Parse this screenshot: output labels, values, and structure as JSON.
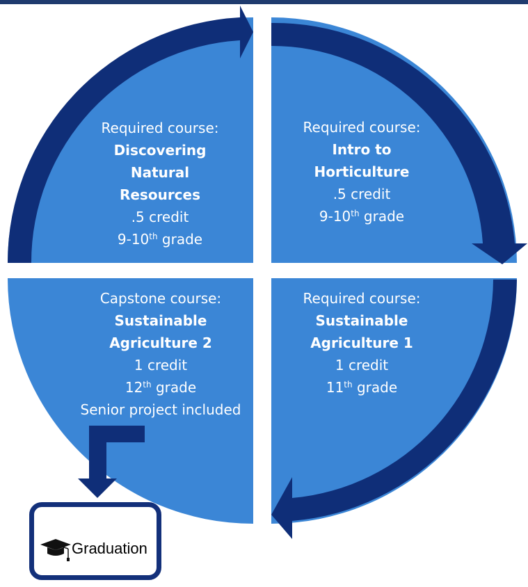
{
  "colors": {
    "top_bar": "#1f3b6e",
    "quadrant_fill": "#3b86d6",
    "arrow": "#0f2e78",
    "text": "#ffffff"
  },
  "quadrants": {
    "top_left": {
      "type_label": "Required course:",
      "title_lines": [
        "Discovering",
        "Natural",
        "Resources"
      ],
      "credit": ".5 credit",
      "grade_num": "9-10",
      "grade_sup": "th",
      "grade_suffix": " grade"
    },
    "top_right": {
      "type_label": "Required course:",
      "title_lines": [
        "Intro to",
        "Horticulture"
      ],
      "credit": ".5 credit",
      "grade_num": "9-10",
      "grade_sup": "th",
      "grade_suffix": " grade"
    },
    "bottom_left": {
      "type_label": "Capstone course:",
      "title_lines": [
        "Sustainable",
        "Agriculture 2"
      ],
      "credit": "1 credit",
      "grade_num": "12",
      "grade_sup": "th",
      "grade_suffix": " grade",
      "note": "Senior project included"
    },
    "bottom_right": {
      "type_label": "Required course:",
      "title_lines": [
        "Sustainable",
        "Agriculture 1"
      ],
      "credit": "1 credit",
      "grade_num": "11",
      "grade_sup": "th",
      "grade_suffix": " grade"
    }
  },
  "graduation": {
    "label": "Graduation",
    "icon": "graduation-cap-icon"
  }
}
